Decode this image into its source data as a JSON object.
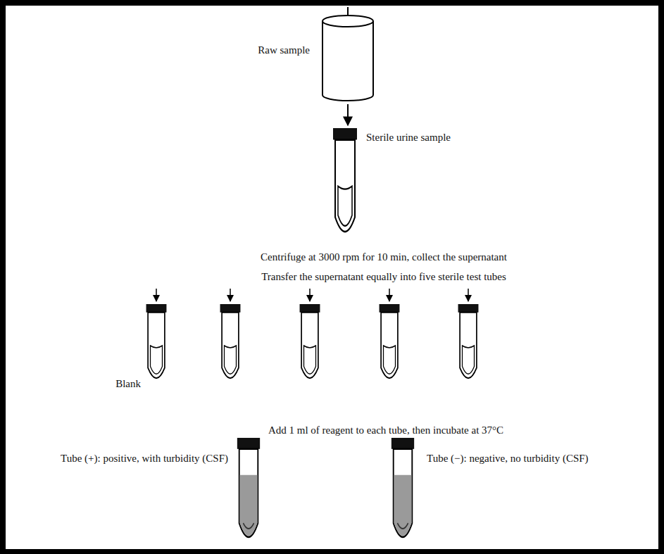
{
  "diagram": {
    "labels": [
      "Raw sample",
      "Sterile urine sample",
      "Centrifuge at 3000 rpm for 10 min, collect the supernatant",
      "Transfer the supernatant equally into five sterile test tubes",
      "Blank",
      "Add 1 ml of reagent to each tube, then incubate at 37°C",
      "Tube (+): positive, with turbidity (CSF)",
      "Tube (−): negative, no turbidity (CSF)"
    ]
  }
}
